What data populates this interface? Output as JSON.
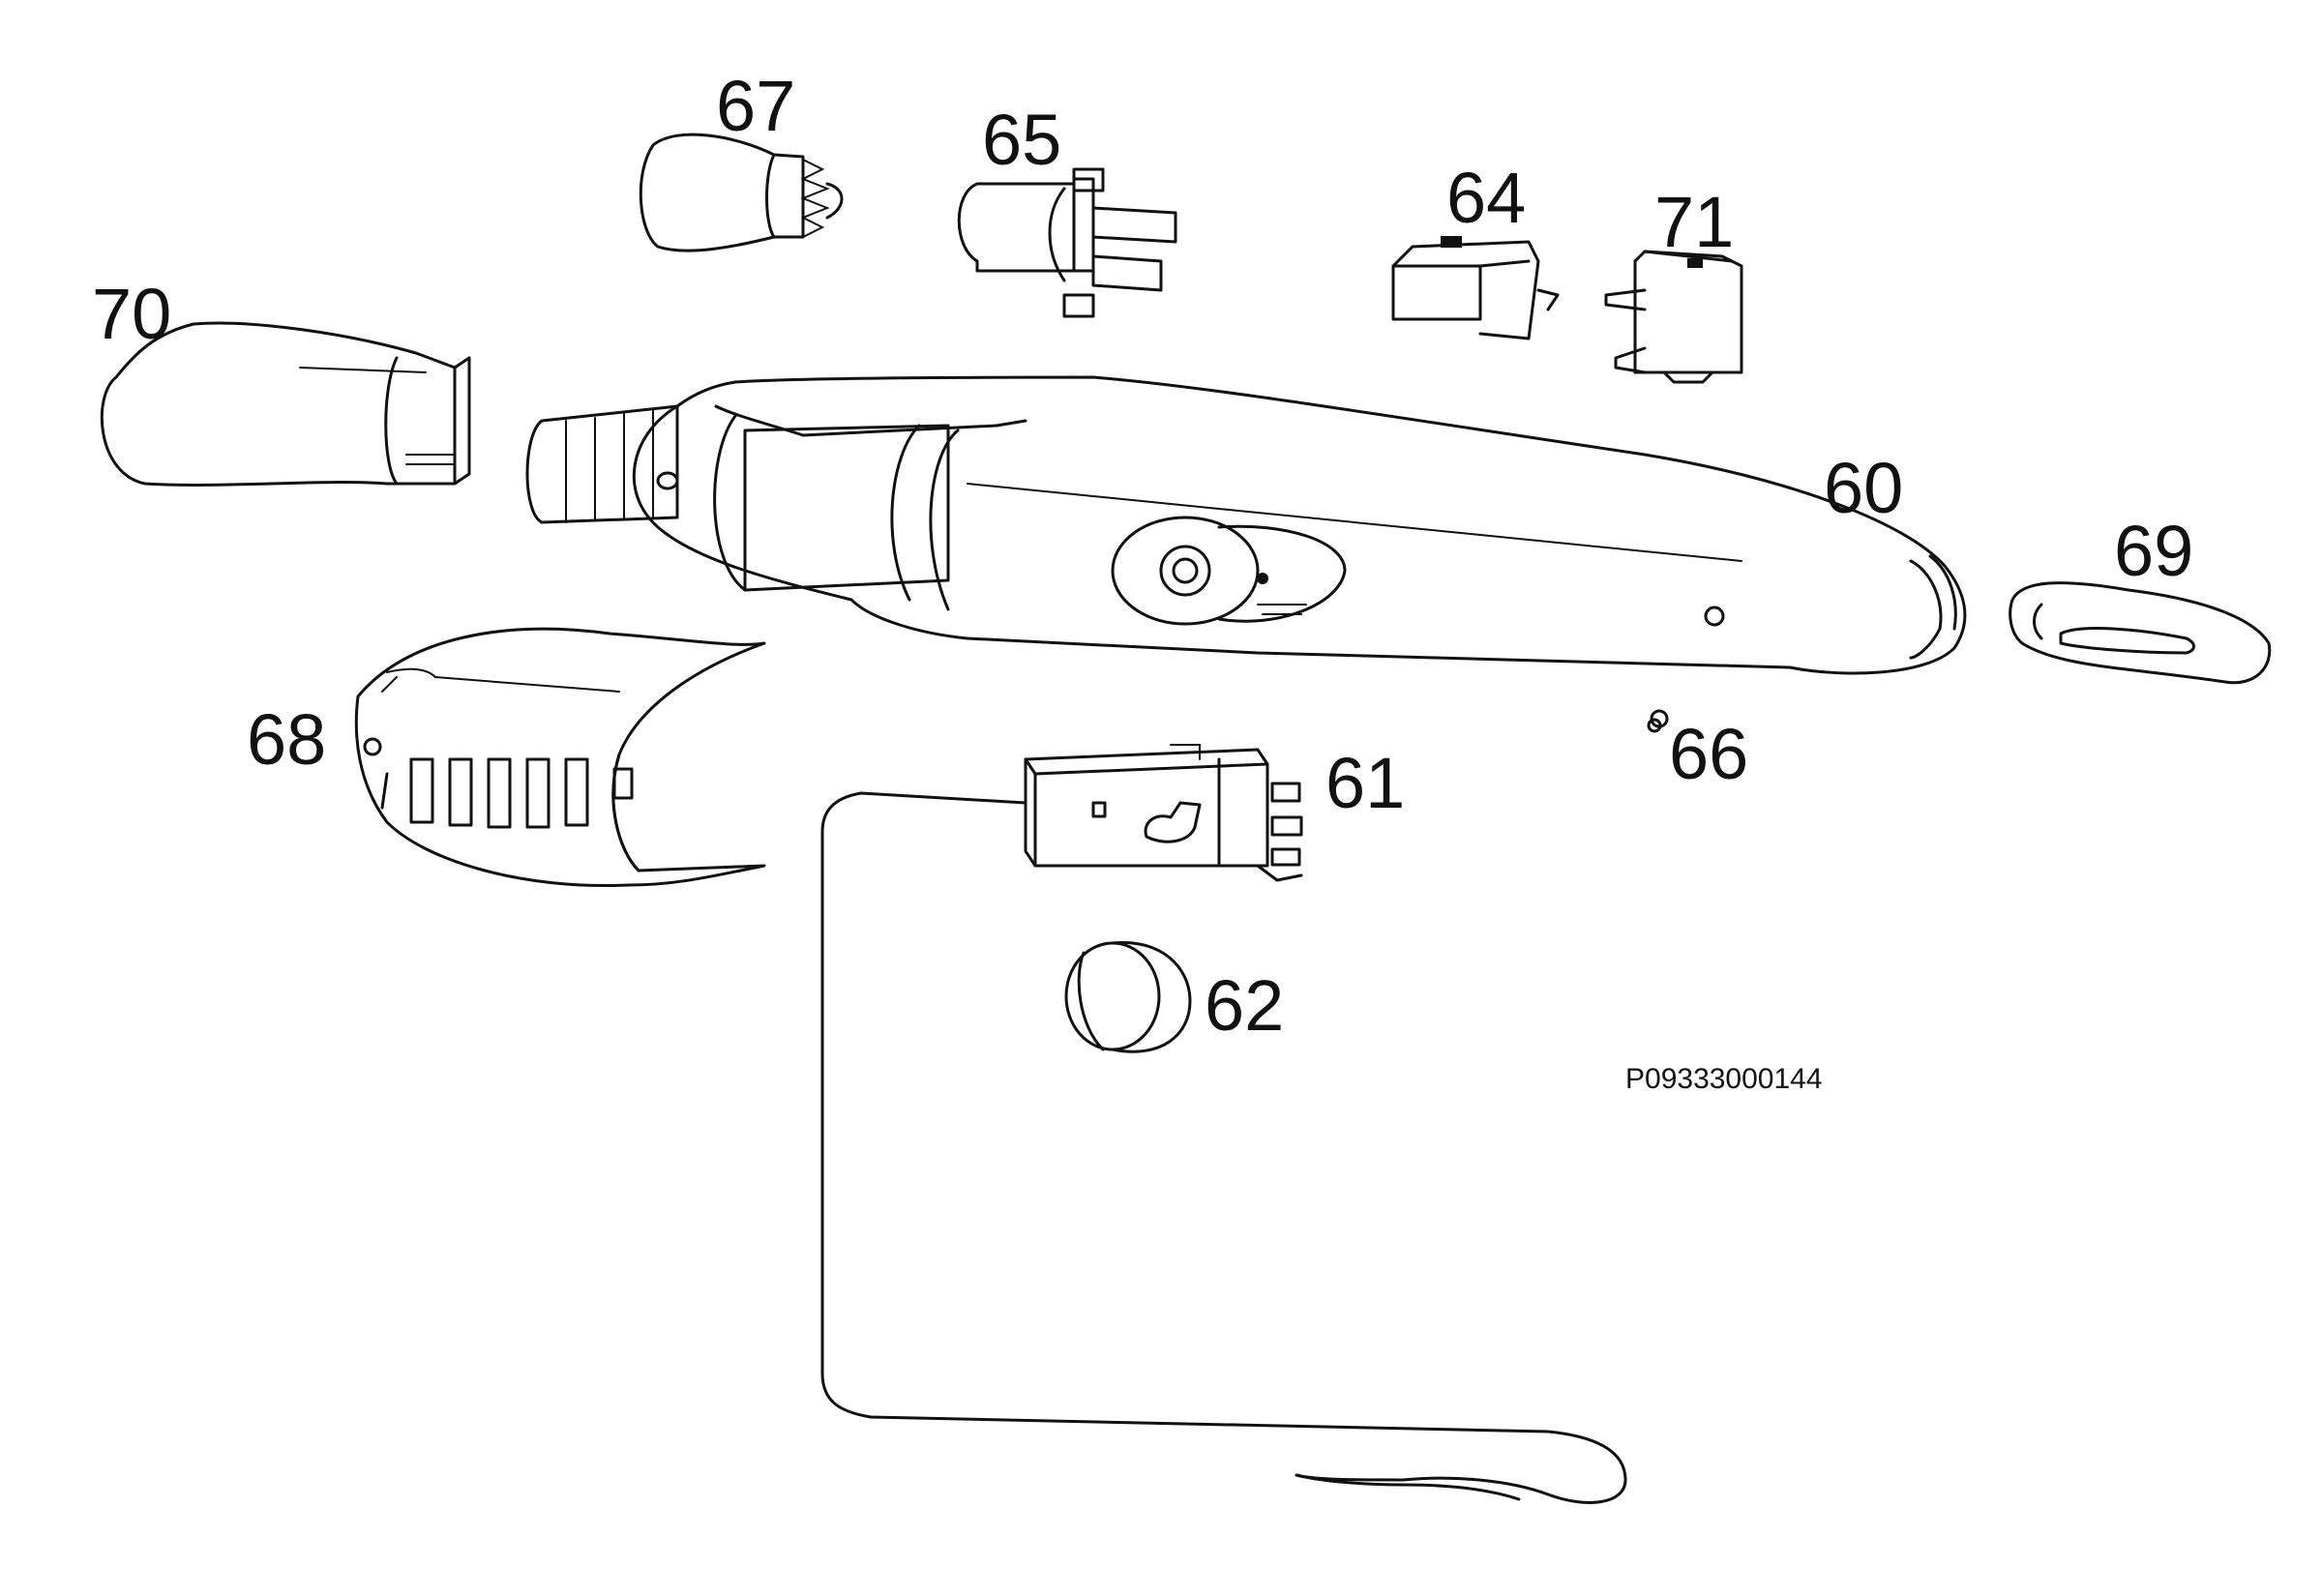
{
  "diagram": {
    "part_labels": {
      "p60": "60",
      "p61": "61",
      "p62": "62",
      "p64": "64",
      "p65": "65",
      "p66": "66",
      "p67": "67",
      "p68": "68",
      "p69": "69",
      "p70": "70",
      "p71": "71"
    },
    "drawing_code": "P09333000144"
  }
}
